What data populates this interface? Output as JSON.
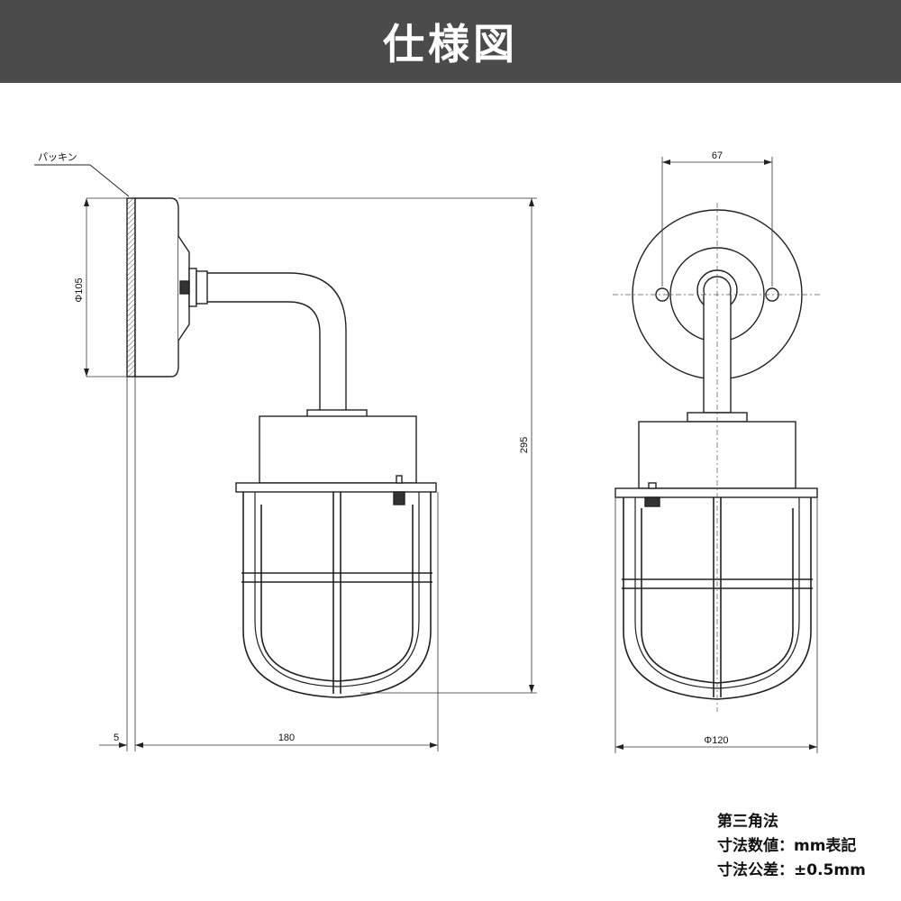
{
  "header": {
    "title": "仕様図"
  },
  "labels": {
    "packing": "パッキン",
    "dia_base": "Φ105",
    "height": "295",
    "offset": "5",
    "depth": "180",
    "hole_pitch": "67",
    "dia_shade": "Φ120"
  },
  "notes": {
    "projection": "第三角法",
    "unit": "寸法数値：mm表記",
    "tolerance": "寸法公差：±0.5mm"
  }
}
